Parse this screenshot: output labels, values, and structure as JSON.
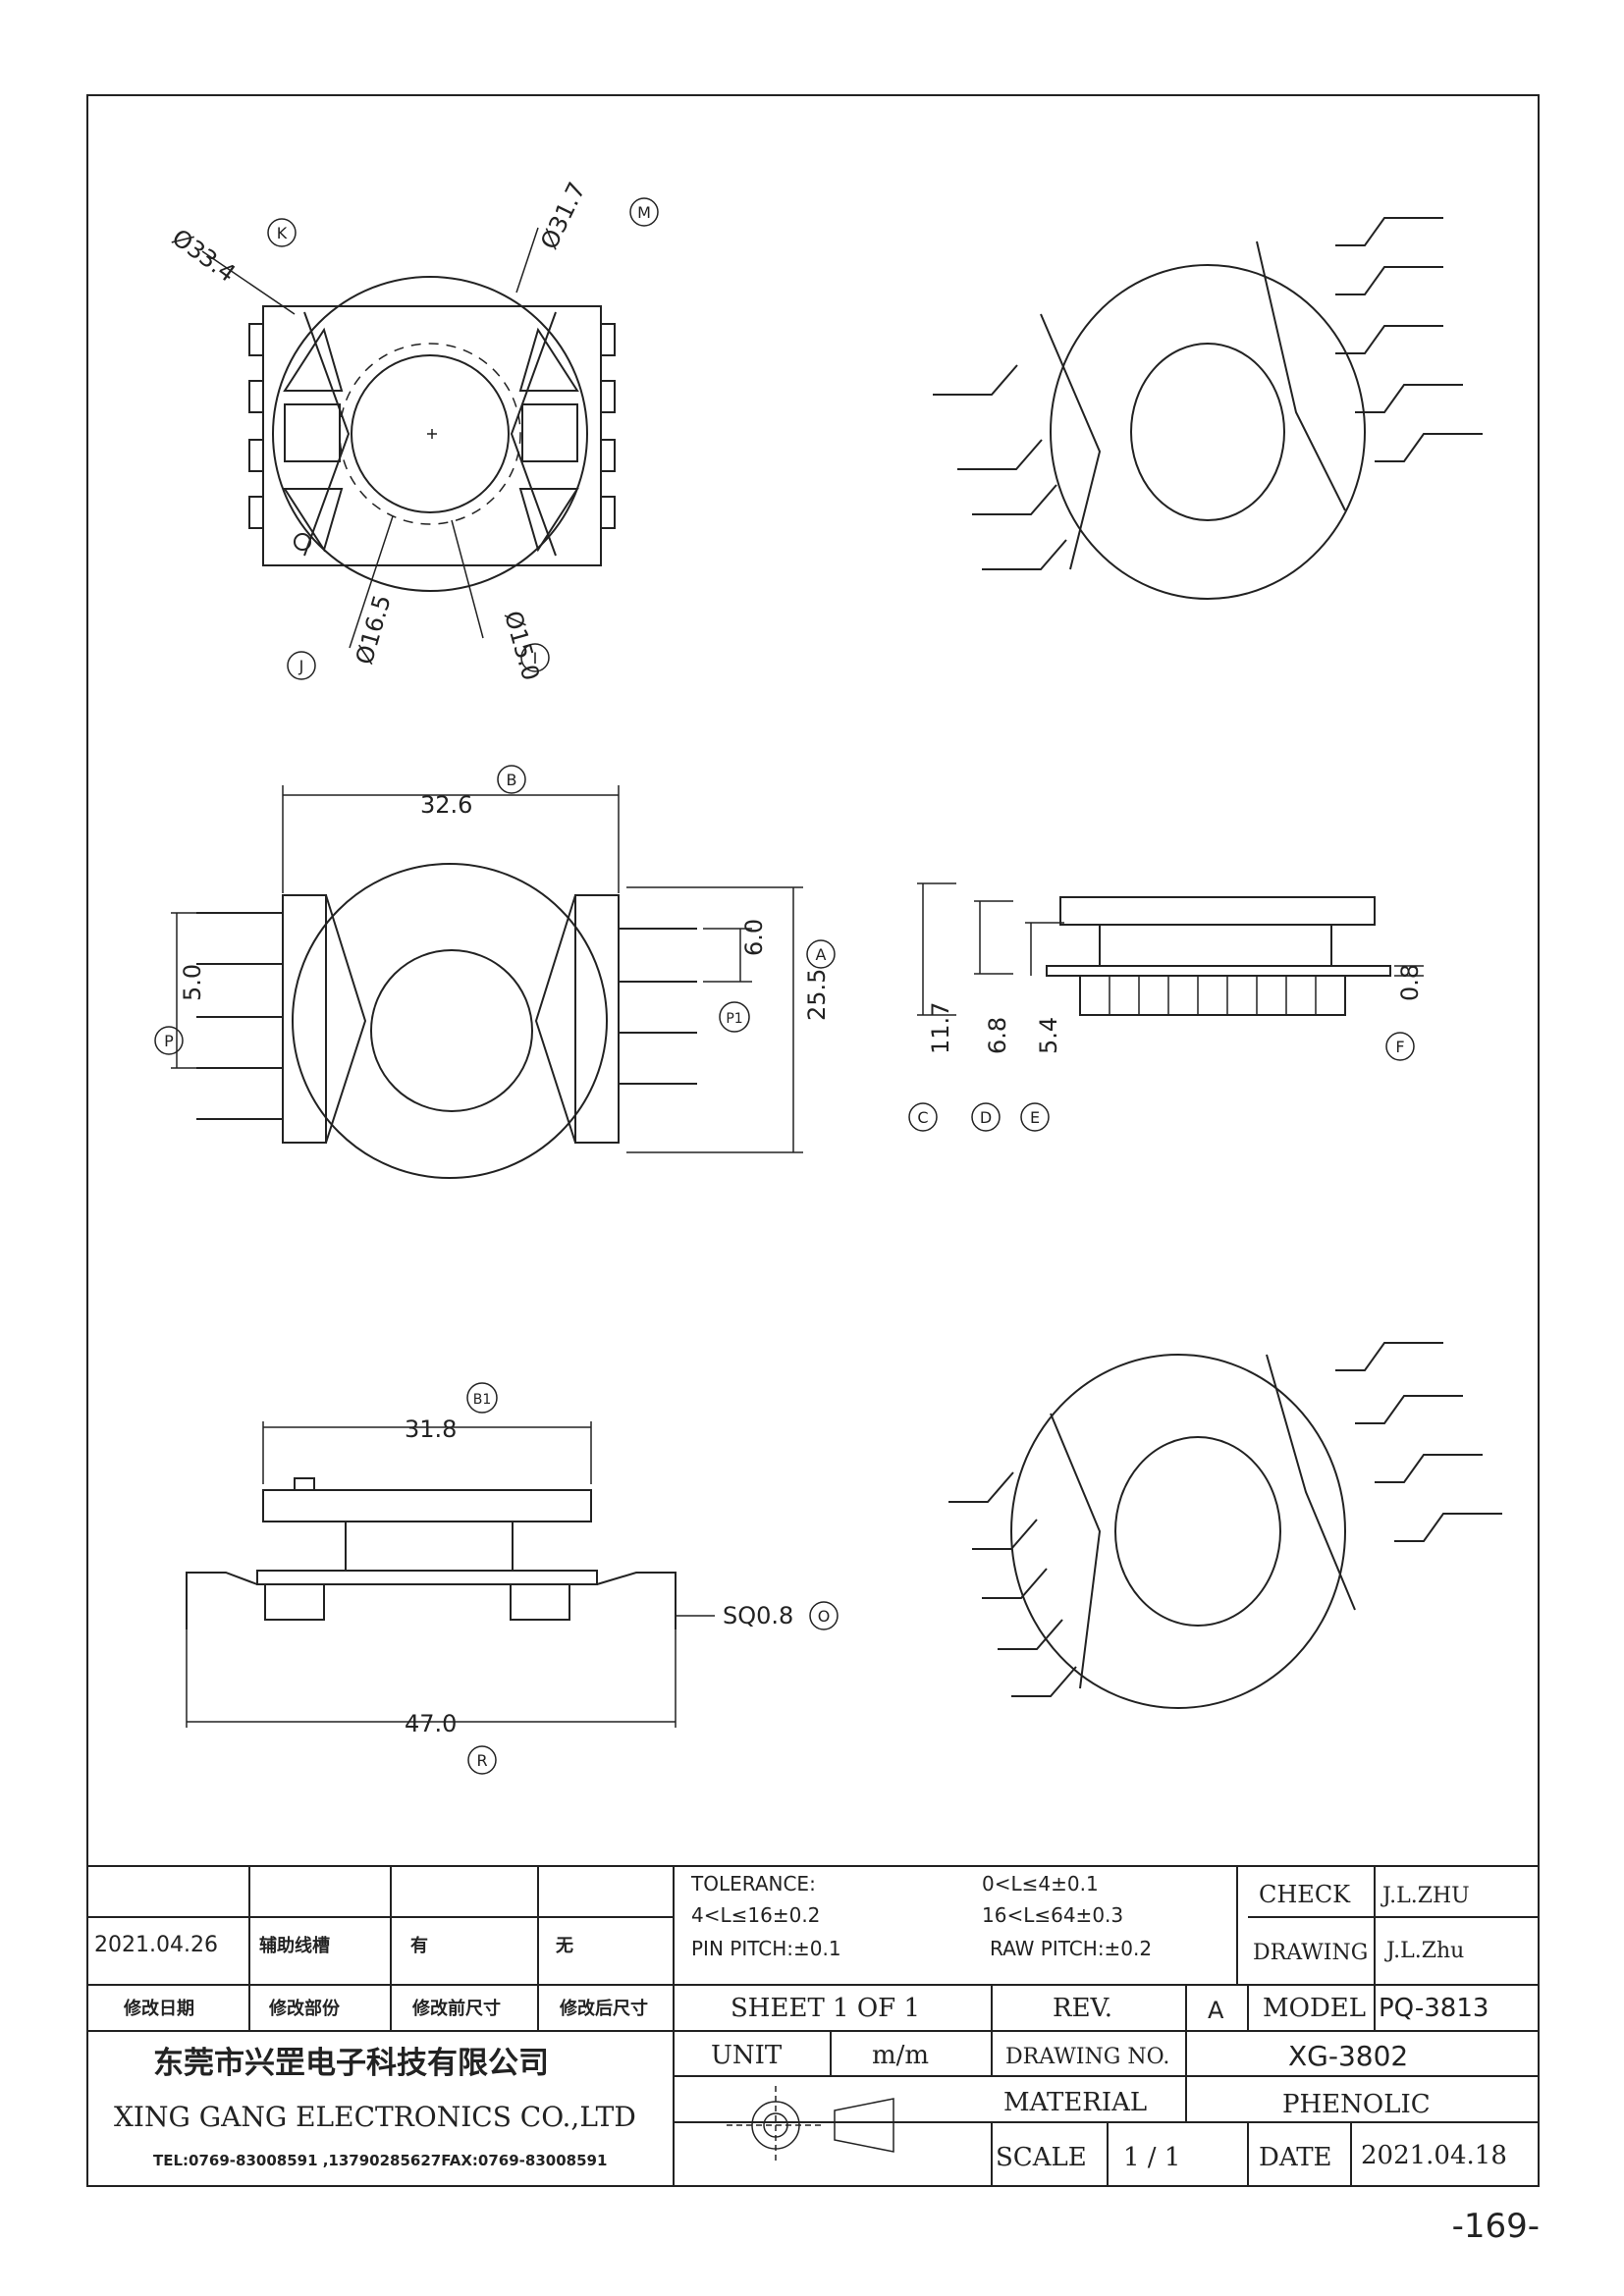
{
  "page_number": "-169-",
  "top_view": {
    "dims": {
      "d33_4": "Ø33.4",
      "d31_7": "Ø31.7",
      "d16_5": "Ø16.5",
      "d15_0": "Ø15.0"
    },
    "labels": {
      "K": "K",
      "M": "M",
      "J": "J",
      "I": "I"
    }
  },
  "front_view": {
    "dims": {
      "width": "32.6",
      "pitch": "5.0",
      "pin_off": "6.0",
      "height": "25.5"
    },
    "labels": {
      "B": "B",
      "A": "A",
      "P": "P",
      "P1": "P1"
    }
  },
  "side_view": {
    "dims": {
      "c": "11.7",
      "d": "6.8",
      "e": "5.4",
      "f": "0.8"
    },
    "labels": {
      "C": "C",
      "D": "D",
      "E": "E",
      "F": "F"
    }
  },
  "bottom_view": {
    "dims": {
      "b1": "31.8",
      "sq": "SQ0.8",
      "r": "47.0"
    },
    "labels": {
      "B1": "B1",
      "O": "O",
      "R": "R"
    }
  },
  "title_block": {
    "revision": {
      "date": "2021.04.26",
      "part": "辅助线槽",
      "before": "有",
      "after": "无",
      "h_date": "修改日期",
      "h_part": "修改部份",
      "h_before": "修改前尺寸",
      "h_after": "修改后尺寸"
    },
    "tolerance": {
      "title": "TOLERANCE:",
      "r1": "0<L≤4±0.1",
      "r2": "4<L≤16±0.2",
      "r3": "16<L≤64±0.3",
      "pin": "PIN PITCH:±0.1",
      "raw": "RAW PITCH:±0.2"
    },
    "sheet": "SHEET 1 OF 1",
    "rev_label": "REV.",
    "rev_value": "A",
    "check_label": "CHECK",
    "check_value": "J.L.ZHU",
    "drawing_label": "DRAWING",
    "drawing_value": "J.L.Zhu",
    "model_label": "MODEL",
    "model_value": "PQ-3813",
    "company_cn": "东莞市兴罡电子科技有限公司",
    "company_en": "XING GANG ELECTRONICS CO.,LTD",
    "contact": "TEL:0769-83008591 ,13790285627FAX:0769-83008591",
    "unit_label": "UNIT",
    "unit_value": "m/m",
    "drawing_no_label": "DRAWING NO.",
    "drawing_no_value": "XG-3802",
    "material_label": "MATERIAL",
    "material_value": "PHENOLIC",
    "scale_label": "SCALE",
    "scale_value": "1 / 1",
    "date_label": "DATE",
    "date_value": "2021.04.18"
  }
}
